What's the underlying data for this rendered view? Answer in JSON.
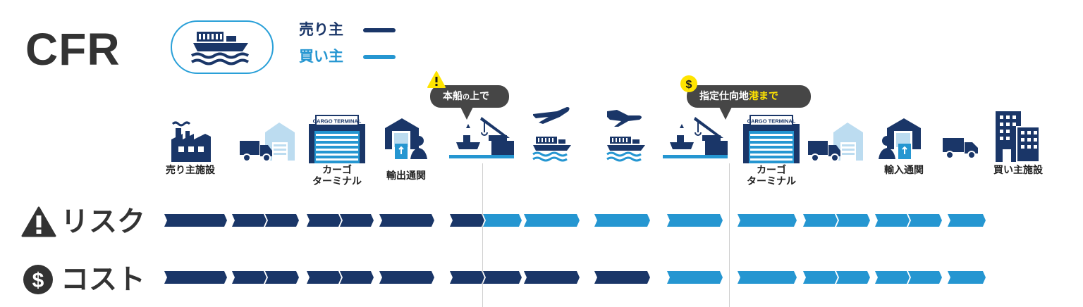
{
  "title": "CFR",
  "colors": {
    "seller": "#1a3668",
    "buyer": "#2596d1",
    "bubble": "#464646",
    "highlight": "#ffe400",
    "text": "#333333",
    "badge_border": "#2aa0d8"
  },
  "legend": {
    "seller_label": "売り主",
    "buyer_label": "買い主"
  },
  "callouts": {
    "port_shipment": {
      "icon": "exclamation-triangle-icon",
      "text": "本船",
      "small": "の",
      "text2": "上で"
    },
    "destination_port": {
      "icon": "dollar-circle-icon",
      "text": "指定仕向地",
      "highlight": "港まで"
    }
  },
  "steps": [
    {
      "icon": "factory-icon",
      "label": "売り主施設"
    },
    {
      "icon": "truck-warehouse-icon",
      "label": ""
    },
    {
      "icon": "cargo-terminal-icon",
      "label": "カーゴ\nターミナル",
      "sign": "CARGO TERMINAL"
    },
    {
      "icon": "customs-icon",
      "label": "輸出通関"
    },
    {
      "icon": "port-crane-ship-icon",
      "label": ""
    },
    {
      "icon": "plane-ship-icon",
      "label": ""
    },
    {
      "icon": "plane-ship-icon",
      "label": ""
    },
    {
      "icon": "port-crane-ship-icon",
      "label": ""
    },
    {
      "icon": "cargo-terminal-icon",
      "label": "カーゴ\nターミナル",
      "sign": "CARGO TERMINAL"
    },
    {
      "icon": "truck-warehouse-icon",
      "label": ""
    },
    {
      "icon": "customs-icon",
      "label": "輸入通関"
    },
    {
      "icon": "truck-icon",
      "label": ""
    },
    {
      "icon": "buildings-icon",
      "label": "買い主施設"
    }
  ],
  "rows": [
    {
      "label": "リスク",
      "icon": "warning-triangle-icon",
      "segments": [
        "seller",
        "seller",
        "seller",
        "seller",
        "seller",
        "seller",
        "seller",
        "buyer",
        "buyer",
        "buyer",
        "buyer",
        "buyer",
        "buyer",
        "buyer",
        "buyer",
        "buyer",
        "buyer"
      ]
    },
    {
      "label": "コスト",
      "icon": "dollar-circle-icon",
      "segments": [
        "seller",
        "seller",
        "seller",
        "seller",
        "seller",
        "seller",
        "seller",
        "seller",
        "seller",
        "seller",
        "buyer",
        "buyer",
        "buyer",
        "buyer",
        "buyer",
        "buyer",
        "buyer"
      ]
    }
  ]
}
